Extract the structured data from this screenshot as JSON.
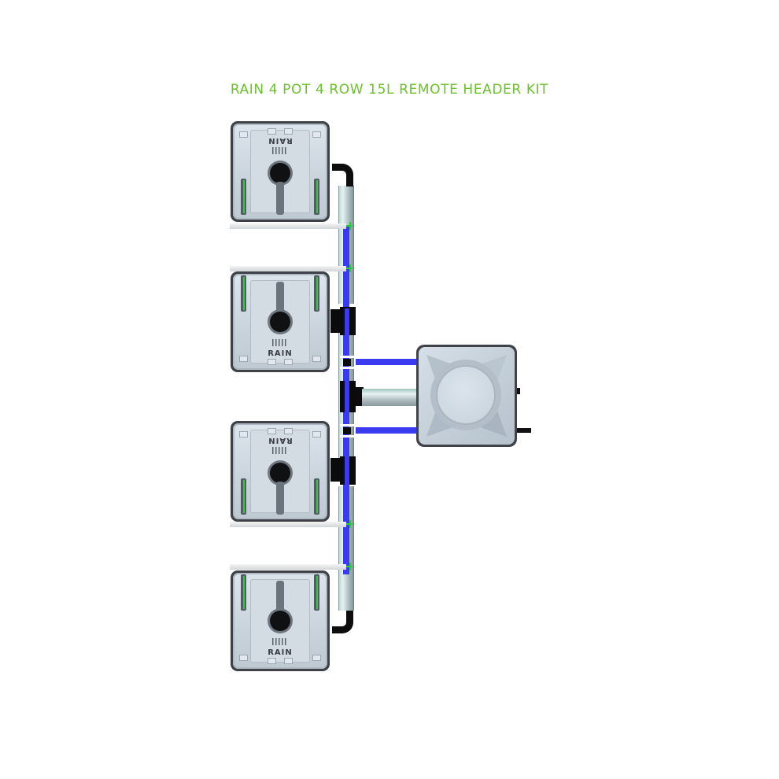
{
  "title": "RAIN 4 POT 4 ROW 15L REMOTE HEADER KIT",
  "colors": {
    "title": "#6cc12e",
    "feed_tube": "#3a3af0",
    "emitter": "#33c640",
    "pot_frame": "#3e4246",
    "pot_body": "#d3dbe3",
    "pipe": "#b9d9d6",
    "fittings": "#0b0b0b"
  },
  "diagram": {
    "pots": [
      {
        "id": "pot-1",
        "label": "RAIN",
        "orientation": "flipped",
        "volume": "15L"
      },
      {
        "id": "pot-2",
        "label": "RAIN",
        "orientation": "upright",
        "volume": "15L"
      },
      {
        "id": "pot-3",
        "label": "RAIN",
        "orientation": "flipped",
        "volume": "15L"
      },
      {
        "id": "pot-4",
        "label": "RAIN",
        "orientation": "upright",
        "volume": "15L"
      }
    ],
    "header": {
      "type": "remote header reservoir"
    },
    "manifold": {
      "type": "vertical header pipe",
      "drippers": 4,
      "feed_lines": 2
    }
  }
}
